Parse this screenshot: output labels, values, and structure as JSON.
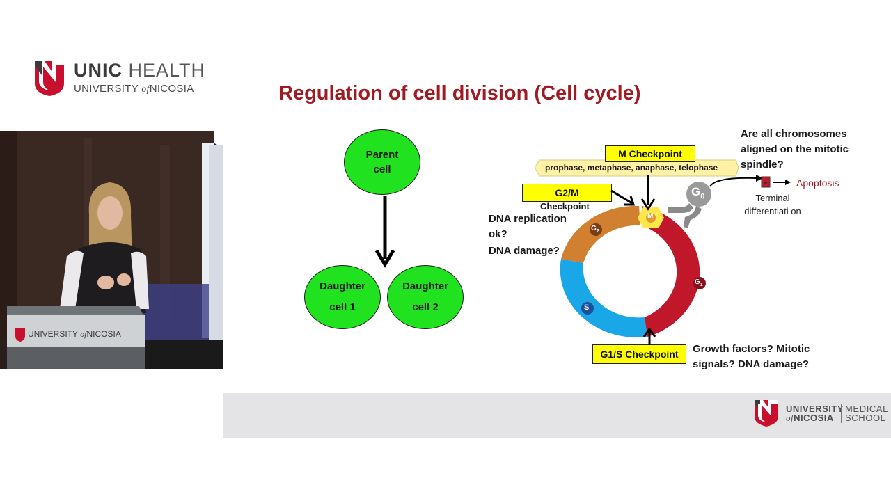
{
  "header": {
    "logo_brand": "UNIC",
    "logo_brand_2": "HEALTH",
    "logo_university_1": "UNIVERSITY",
    "logo_university_of": "of",
    "logo_university_2": "NICOSIA"
  },
  "slide": {
    "title": "Regulation of cell division (Cell cycle)"
  },
  "division_diagram": {
    "parent_line1": "Parent",
    "parent_line2": "cell",
    "daughter1_line1": "Daughter",
    "daughter1_line2": "cell 1",
    "daughter2_line1": "Daughter",
    "daughter2_line2": "cell 2"
  },
  "cell_cycle": {
    "m_checkpoint": "M Checkpoint",
    "phases": "prophase, metaphase, anaphase, telophase",
    "g2m_checkpoint": "G2/M",
    "checkpoint_word": "Checkpoint",
    "g1s_checkpoint": "G1/S Checkpoint",
    "q_chromosomes": "Are all chromosomes aligned on the mitotic spindle?",
    "q_dna_replication": "DNA replication ok?",
    "q_dna_damage": "DNA damage?",
    "q_growth": "Growth factors? Mitotic signals? DNA damage?",
    "terminal_differentiation": "Terminal differentiati on",
    "apoptosis": "Apoptosis",
    "g0_label": "G",
    "g0_sub": "0",
    "m_label": "M",
    "g2_label": "G",
    "g2_sub": "2",
    "g1_label": "G",
    "g1_sub": "1",
    "s_label": "S",
    "colors": {
      "g1": "#c0182a",
      "s": "#1aa7e8",
      "g2": "#d0802e",
      "m": "#ffe84a",
      "g0": "#9a9a9a"
    }
  },
  "podium_text": {
    "university": "UNIVERSITY",
    "of": "of",
    "nicosia": "NICOSIA"
  },
  "footer": {
    "university": "UNIVERSITY",
    "of": "of",
    "nicosia": "NICOSIA",
    "medical": "MEDICAL",
    "school": "SCHOOL"
  },
  "colors": {
    "title": "#a01a22",
    "cell_fill": "#21e21e",
    "checkpoint_fill": "#ffff00",
    "brand_red": "#c8102e"
  }
}
